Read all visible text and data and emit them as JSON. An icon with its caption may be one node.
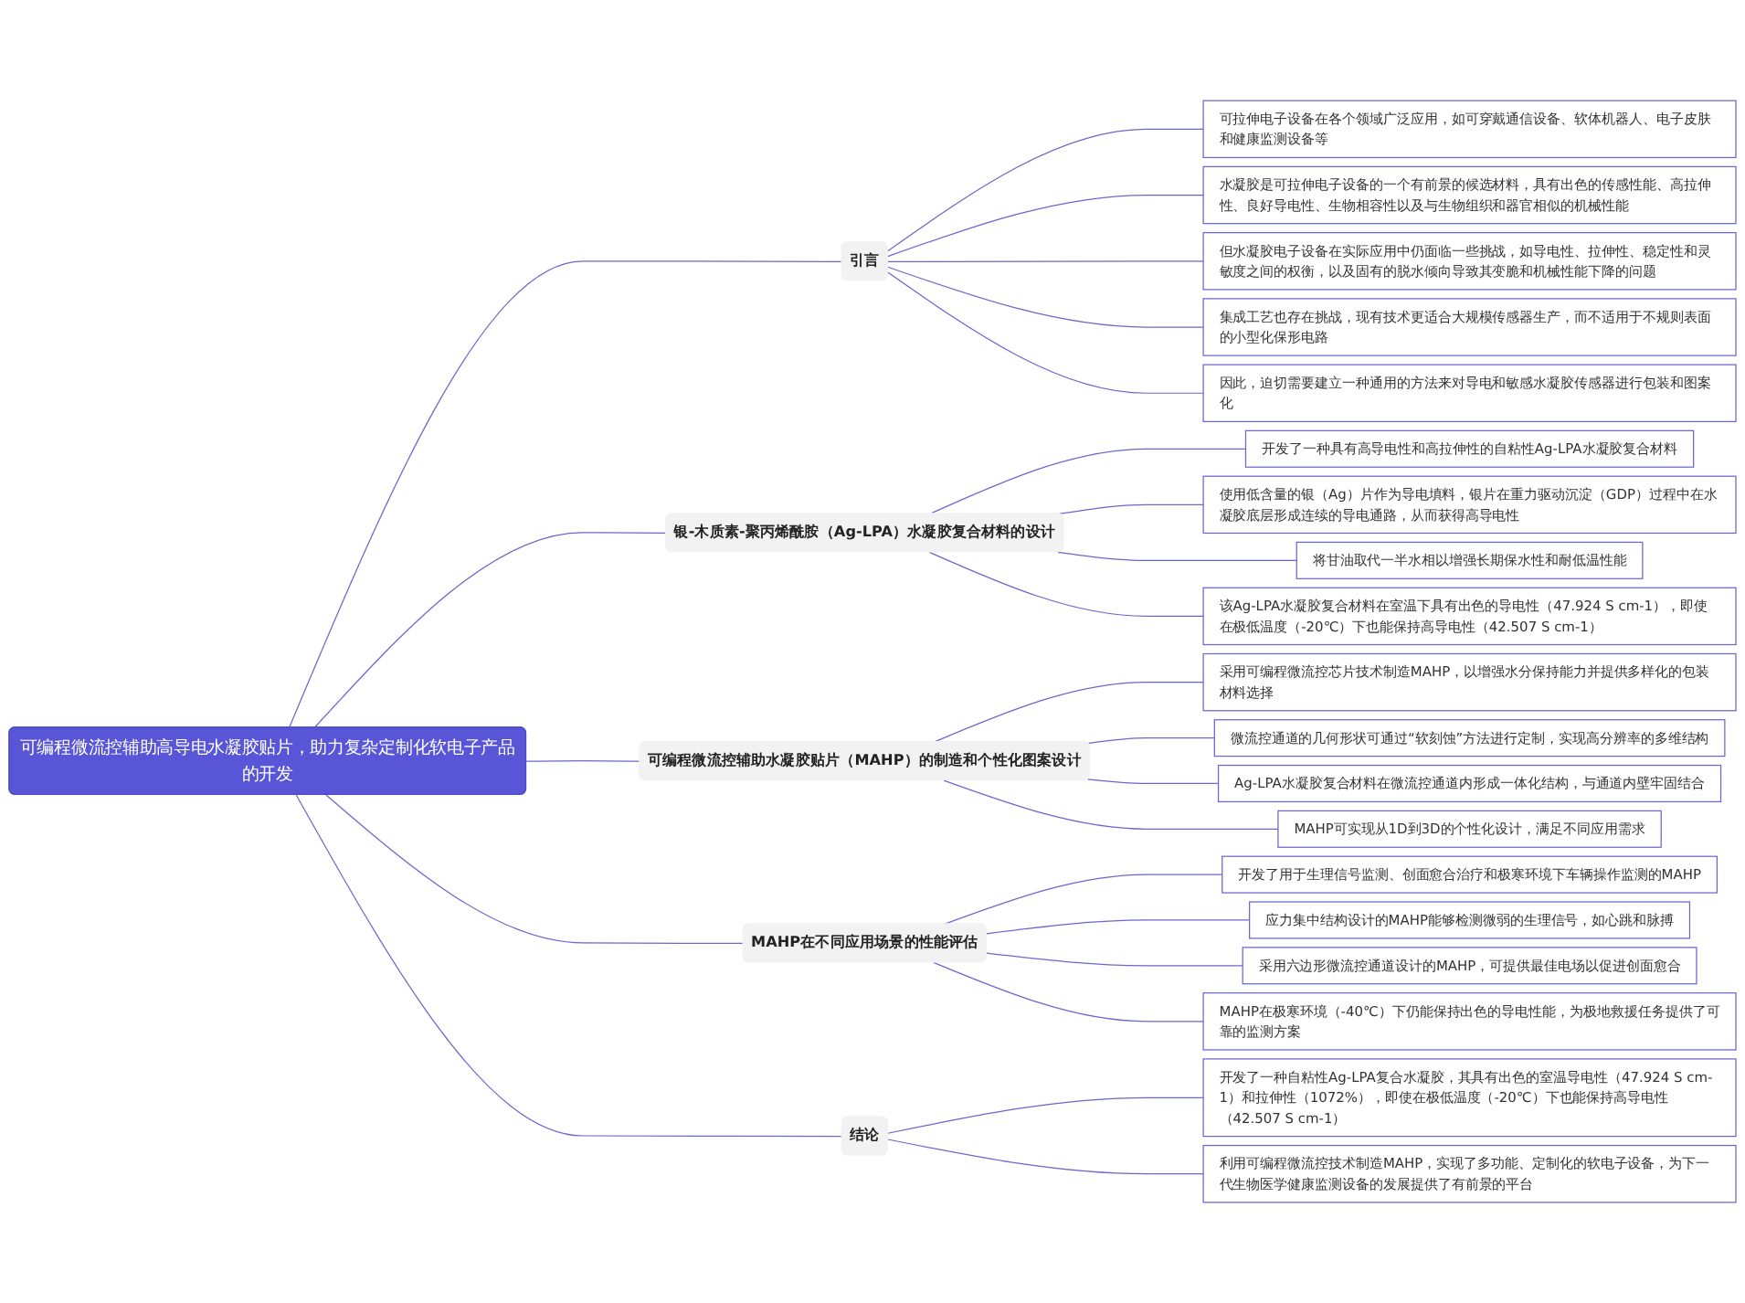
{
  "diagram": {
    "nodes": [
      {
        "text": [
          "可编程微流控辅助高导电水凝胶贴片，助力复杂定制化软电子产品的开发"
        ]
      },
      {
        "text": [
          "引言"
        ]
      },
      {
        "text": [
          "可拉伸电子设备在各个领域广泛应用，如可穿戴通信设备、软体机器人、电子皮肤和健康监测设备等"
        ]
      },
      {
        "text": [
          "水凝胶是可拉伸电子设备的一个有前景的候选材料，具有出色的传感性能、高拉伸性、良好导电性、生物相容性以及与生物组织和器官相似的机械性能"
        ]
      },
      {
        "text": [
          "但水凝胶电子设备在实际应用中仍面临一些挑战，如导电性、拉伸性、稳定性和灵敏度之间的权衡，以及固有的脱水倾向导致其变脆和机械性能下降的问题"
        ]
      },
      {
        "text": [
          "集成工艺也存在挑战，现有技术更适合大规模传感器生产，而不适用于不规则表面的小型化保形电路"
        ]
      },
      {
        "text": [
          "因此，迫切需要建立一种通用的方法来对导电和敏感水凝胶传感器进行包装和图案化"
        ]
      },
      {
        "text": [
          "银-木质素-聚丙烯酰胺（Ag-LPA）水凝胶复合材料的设计"
        ]
      },
      {
        "text": [
          "开发了一种具有高导电性和高拉伸性的自粘性Ag-LPA水凝胶复合材料"
        ]
      },
      {
        "text": [
          "使用低含量的银（Ag）片作为导电填料，银片在重力驱动沉淀（GDP）过程中在水凝胶底层形成连续的导电通路，从而获得高导电性"
        ]
      },
      {
        "text": [
          "将甘油取代一半水相以增强长期保水性和耐低温性能"
        ]
      },
      {
        "text": [
          "该Ag-LPA水凝胶复合材料在室温下具有出色的导电性（47.924 S cm-1），即使在极低温度（-20℃）下也能保持高导电性（42.507 S cm-1）"
        ]
      },
      {
        "text": [
          "可编程微流控辅助水凝胶贴片（MAHP）的制造和个性化图案设计"
        ]
      },
      {
        "text": [
          "采用可编程微流控芯片技术制造MAHP，以增强水分保持能力并提供多样化的包装材料选择"
        ]
      },
      {
        "text": [
          "微流控通道的几何形状可通过“软刻蚀”方法进行定制，实现高分辨率的多维结构"
        ]
      },
      {
        "text": [
          "Ag-LPA水凝胶复合材料在微流控通道内形成一体化结构，与通道内壁牢固结合"
        ]
      },
      {
        "text": [
          "MAHP可实现从1D到3D的个性化设计，满足不同应用需求"
        ]
      },
      {
        "text": [
          "MAHP在不同应用场景的性能评估"
        ]
      },
      {
        "text": [
          "开发了用于生理信号监测、创面愈合治疗和极寒环境下车辆操作监测的MAHP"
        ]
      },
      {
        "text": [
          "应力集中结构设计的MAHP能够检测微弱的生理信号，如心跳和脉搏"
        ]
      },
      {
        "text": [
          "采用六边形微流控通道设计的MAHP，可提供最佳电场以促进创面愈合"
        ]
      },
      {
        "text": [
          "MAHP在极寒环境（-40℃）下仍能保持出色的导电性能，为极地救援任务提供了可靠的监测方案"
        ]
      },
      {
        "text": [
          "结论"
        ]
      },
      {
        "text": [
          "开发了一种自粘性Ag-LPA复合水凝胶，其具有出色的室温导电性（47.924 S cm-1）和拉伸性（1072%），即使在极低温度（-20℃）下也能保持高导电性（42.507 S cm-1）"
        ]
      },
      {
        "text": [
          "利用可编程微流控技术制造MAHP，实现了多功能、定制化的软电子设备，为下一代生物医学健康监测设备的发展提供了有前景的平台"
        ]
      }
    ],
    "edges": [
      {
        "from": 0,
        "to": 1,
        "arrow": "none"
      },
      {
        "from": 1,
        "to": 2,
        "arrow": "none"
      },
      {
        "from": 1,
        "to": 3,
        "arrow": "none"
      },
      {
        "from": 1,
        "to": 4,
        "arrow": "none"
      },
      {
        "from": 1,
        "to": 5,
        "arrow": "none"
      },
      {
        "from": 1,
        "to": 6,
        "arrow": "none"
      },
      {
        "from": 0,
        "to": 7,
        "arrow": "none"
      },
      {
        "from": 7,
        "to": 8,
        "arrow": "none"
      },
      {
        "from": 7,
        "to": 9,
        "arrow": "none"
      },
      {
        "from": 7,
        "to": 10,
        "arrow": "none"
      },
      {
        "from": 7,
        "to": 11,
        "arrow": "none"
      },
      {
        "from": 0,
        "to": 12,
        "arrow": "none"
      },
      {
        "from": 12,
        "to": 13,
        "arrow": "none"
      },
      {
        "from": 12,
        "to": 14,
        "arrow": "none"
      },
      {
        "from": 12,
        "to": 15,
        "arrow": "none"
      },
      {
        "from": 12,
        "to": 16,
        "arrow": "none"
      },
      {
        "from": 0,
        "to": 17,
        "arrow": "none"
      },
      {
        "from": 17,
        "to": 18,
        "arrow": "none"
      },
      {
        "from": 17,
        "to": 19,
        "arrow": "none"
      },
      {
        "from": 17,
        "to": 20,
        "arrow": "none"
      },
      {
        "from": 17,
        "to": 21,
        "arrow": "none"
      },
      {
        "from": 0,
        "to": 22,
        "arrow": "none"
      },
      {
        "from": 22,
        "to": 23,
        "arrow": "none"
      },
      {
        "from": 22,
        "to": 24,
        "arrow": "none"
      }
    ]
  }
}
